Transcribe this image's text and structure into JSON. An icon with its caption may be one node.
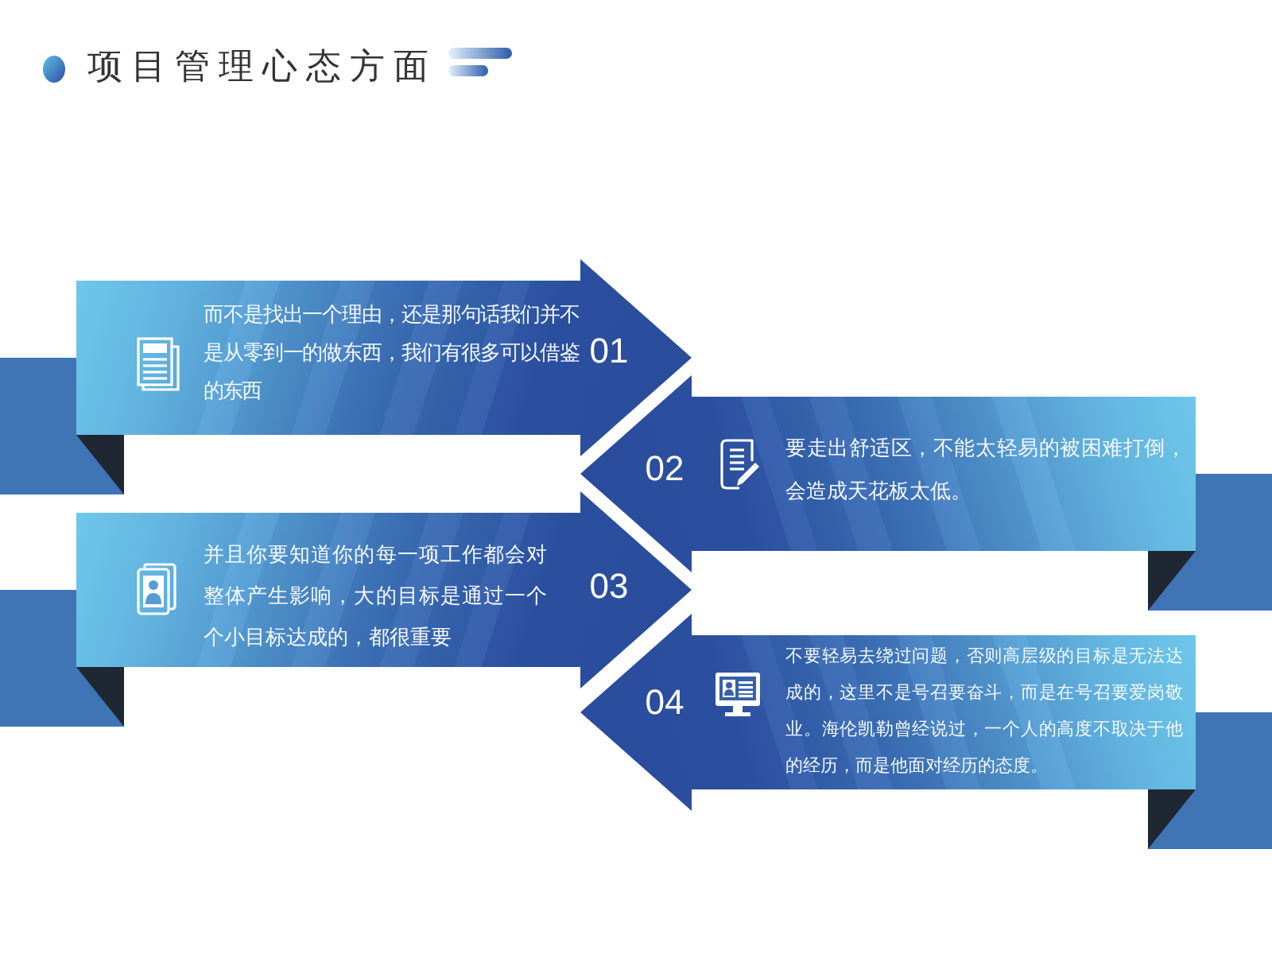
{
  "diagram": {
    "title": "项目管理心态方面",
    "nodes": [
      {
        "text": [
          "而不是找出一个理由，还是那句话我们并不是从零到一的做东西，我们有很多可以借鉴的东西",
          "01"
        ]
      },
      {
        "text": [
          "02",
          "要走出舒适区，不能太轻易的被困难打倒，会造成天花板太低。"
        ]
      },
      {
        "text": [
          "并且你要知道你的每一项工作都会对整体产生影响，大的目标是通过一个个小目标达成的，都很重要",
          "03"
        ]
      },
      {
        "text": [
          "04",
          "不要轻易去绕过问题，否则高层级的目标是无法达成的，这里不是号召要奋斗，而是在号召要爱岗敬业。海伦凯勒曾经说过，一个人的高度不取决于他的经历，而是他面对经历的态度。"
        ]
      }
    ]
  }
}
